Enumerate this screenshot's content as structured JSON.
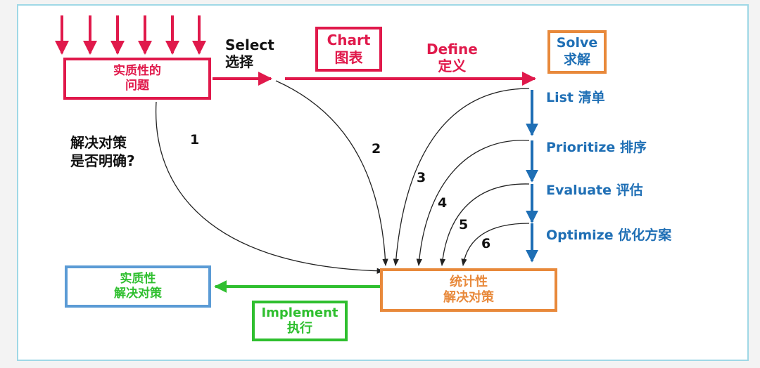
{
  "colors": {
    "red": "#e0194b",
    "blue": "#1f6fb5",
    "orange": "#e8893b",
    "green": "#2fbf2f",
    "lightblue": "#5b9bd5",
    "black": "#111111"
  },
  "boxes": {
    "problem": {
      "line1": "实质性的",
      "line2": "问题"
    },
    "chart": {
      "line1": "Chart",
      "line2": "图表"
    },
    "solve": {
      "line1": "Solve",
      "line2": "求解"
    },
    "statistical": {
      "line1": "统计性",
      "line2": "解决对策"
    },
    "substantive": {
      "line1": "实质性",
      "line2": "解决对策"
    },
    "implement": {
      "line1": "Implement",
      "line2": "执行"
    }
  },
  "labels": {
    "select": {
      "line1": "Select",
      "line2": "选择"
    },
    "define": {
      "line1": "Define",
      "line2": "定义"
    },
    "question": {
      "line1": "解决对策",
      "line2": "是否明确?"
    }
  },
  "steps": [
    {
      "label": "List 清单"
    },
    {
      "label": "Prioritize 排序"
    },
    {
      "label": "Evaluate 评估"
    },
    {
      "label": "Optimize 优化方案"
    }
  ],
  "numbers": [
    "1",
    "2",
    "3",
    "4",
    "5",
    "6"
  ]
}
